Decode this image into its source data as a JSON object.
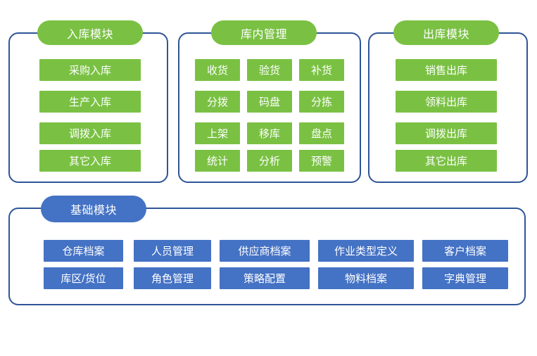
{
  "diagram": {
    "title_colors": {
      "green": "#7AC143",
      "blue": "#4472C4",
      "panel_border": "#2F5597",
      "tile_text": "#FFFFFF",
      "background": "#FFFFFF"
    },
    "panels": [
      {
        "id": "inbound",
        "header": "入库模块",
        "color": "green",
        "layout": "single-column",
        "items": [
          "采购入库",
          "生产入库",
          "调拨入库",
          "其它入库"
        ]
      },
      {
        "id": "internal",
        "header": "库内管理",
        "color": "green",
        "layout": "grid-3x4",
        "items": [
          "收货",
          "验货",
          "补货",
          "分拨",
          "码盘",
          "分拣",
          "上架",
          "移库",
          "盘点",
          "统计",
          "分析",
          "预警"
        ]
      },
      {
        "id": "outbound",
        "header": "出库模块",
        "color": "green",
        "layout": "single-column",
        "items": [
          "销售出库",
          "领料出库",
          "调拨出库",
          "其它出库"
        ]
      },
      {
        "id": "basic",
        "header": "基础模块",
        "color": "blue",
        "layout": "grid-5x2",
        "items": [
          "仓库档案",
          "人员管理",
          "供应商档案",
          "作业类型定义",
          "客户档案",
          "库区/货位",
          "角色管理",
          "策略配置",
          "物料档案",
          "字典管理"
        ]
      }
    ]
  }
}
